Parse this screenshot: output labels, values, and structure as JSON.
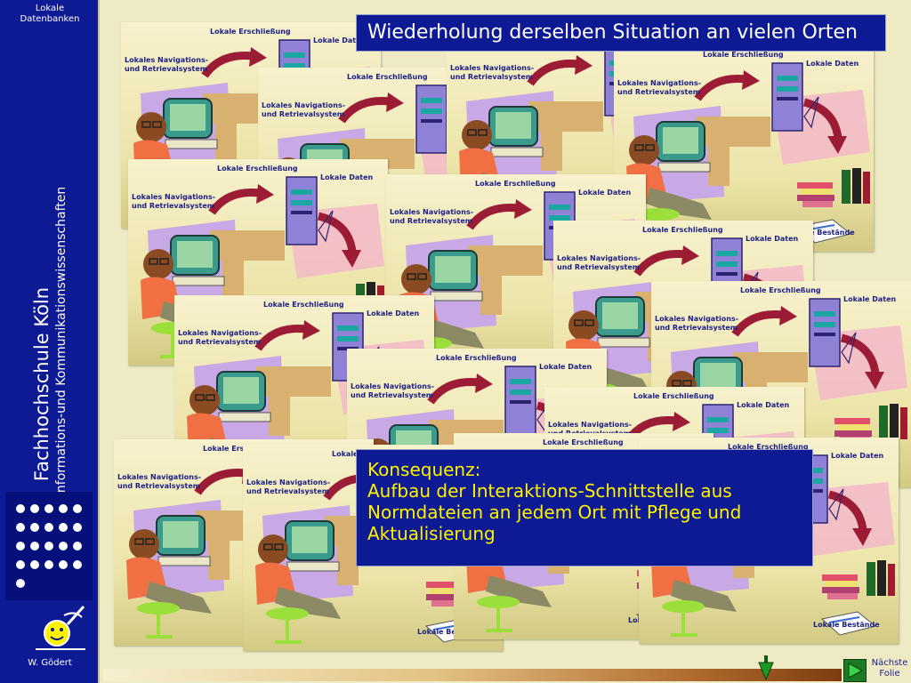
{
  "sidebar": {
    "top_line1": "Lokale",
    "top_line2": "Datenbanken",
    "school": "Fachhochschule Köln",
    "faculty": "Fakultät für Informations-und Kommunikationswissenschaften",
    "author": "W. Gödert"
  },
  "tile": {
    "erschliessung": "Lokale Erschließung",
    "daten": "Lokale Daten",
    "nav_line1": "Lokales Navigations-",
    "nav_line2": "und Retrievalsystem",
    "bestaende": "Lokale Bestände"
  },
  "title": "Wiederholung derselben Situation an vielen Orten",
  "consequence": {
    "line1": "Konsequenz:",
    "line2": "Aufbau der Interaktions-Schnittstelle aus",
    "line3": "Normdateien an jedem Ort mit Pflege und",
    "line4": "Aktualisierung"
  },
  "navigation": {
    "next_line1": "Nächste",
    "next_line2": "Folie"
  },
  "colors": {
    "sidebar_blue": "#0d1a93",
    "box_blue": "#0d1a93",
    "consequence_text": "#fff200",
    "label_blue": "#1a1f88",
    "next_green": "#1b7a23"
  }
}
